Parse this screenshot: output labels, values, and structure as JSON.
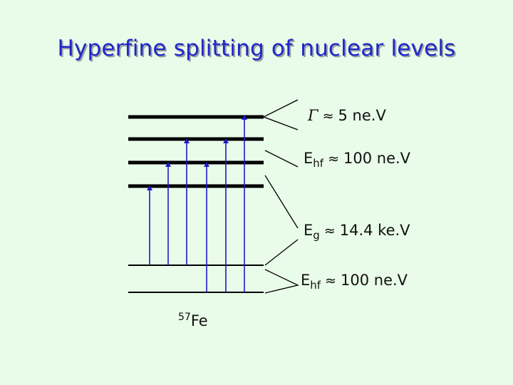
{
  "title": "Hyperfine splitting of nuclear levels",
  "labels": {
    "gamma": {
      "symbol": "Γ",
      "approx": "≈",
      "value": "5 ne.V"
    },
    "ehf_upper": {
      "symbol": "E",
      "sub": "hf",
      "approx": "≈",
      "value": "100 ne.V"
    },
    "eg": {
      "symbol": "E",
      "sub": "g",
      "approx": "≈",
      "value": "14.4 ke.V"
    },
    "ehf_lower": {
      "symbol": "E",
      "sub": "hf",
      "approx": "≈",
      "value": "100 ne.V"
    },
    "isotope": {
      "mass": "57",
      "element": "Fe"
    }
  },
  "colors": {
    "title": "#1f27c8",
    "arrows": "#1a1ac8",
    "levels": "#000000",
    "background": "#e9fbe9"
  }
}
